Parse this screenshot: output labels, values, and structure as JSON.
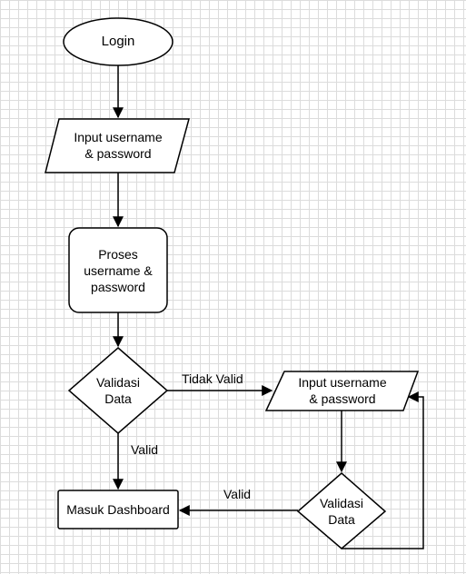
{
  "nodes": {
    "start": "Login",
    "input1": "Input username\n& password",
    "process": "Proses\nusername &\npassword",
    "decision1": "Validasi\nData",
    "input2": "Input username\n& password",
    "decision2": "Validasi\nData",
    "end": "Masuk Dashboard"
  },
  "edges": {
    "d1_to_input2": "Tidak Valid",
    "d1_to_end": "Valid",
    "d2_to_end": "Valid"
  }
}
